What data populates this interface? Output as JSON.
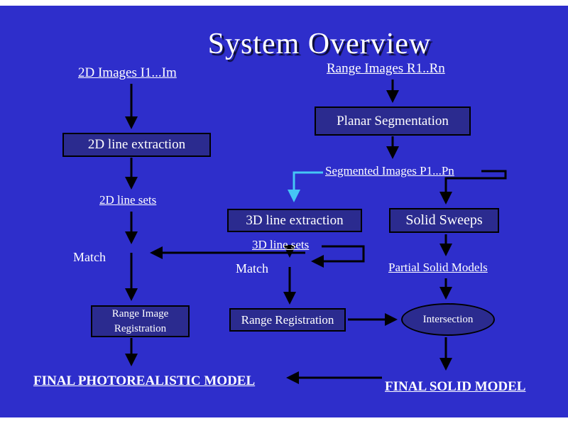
{
  "slide": {
    "title": "System Overview",
    "left_column": {
      "images_label": "2D Images I1...Im",
      "line_extraction_box": "2D line extraction",
      "line_sets_label": "2D line sets",
      "match_label": "Match",
      "registration_box": "Range Image Registration",
      "final_label": "FINAL PHOTOREALISTIC MODEL"
    },
    "middle_column": {
      "line_extraction_box": "3D line extraction",
      "line_sets_label": "3D line sets",
      "match_label": "Match",
      "registration_box": "Range Registration"
    },
    "right_column": {
      "range_images_label": "Range Images R1..Rn",
      "planar_segmentation_box": "Planar Segmentation",
      "segmented_images_label": "Segmented Images P1...Pn",
      "solid_sweeps_box": "Solid Sweeps",
      "partial_solid_models_label": "Partial Solid Models",
      "intersection_ellipse": "Intersection",
      "final_label": "FINAL SOLID MODEL"
    },
    "colors": {
      "background": "#2e2ecb",
      "box_fill": "#2b2b8f",
      "box_border": "#000000",
      "text": "#ffffff",
      "arrow_black": "#000000",
      "arrow_cyan": "#45c6f5"
    }
  }
}
